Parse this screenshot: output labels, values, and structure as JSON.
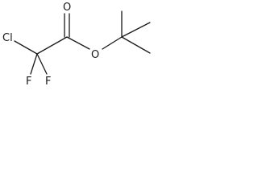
{
  "molecule": {
    "atom_labels": {
      "chlorine": "Cl",
      "carbonyl_oxygen": "O",
      "ester_oxygen": "O",
      "fluorine_left": "F",
      "fluorine_right": "F"
    }
  }
}
